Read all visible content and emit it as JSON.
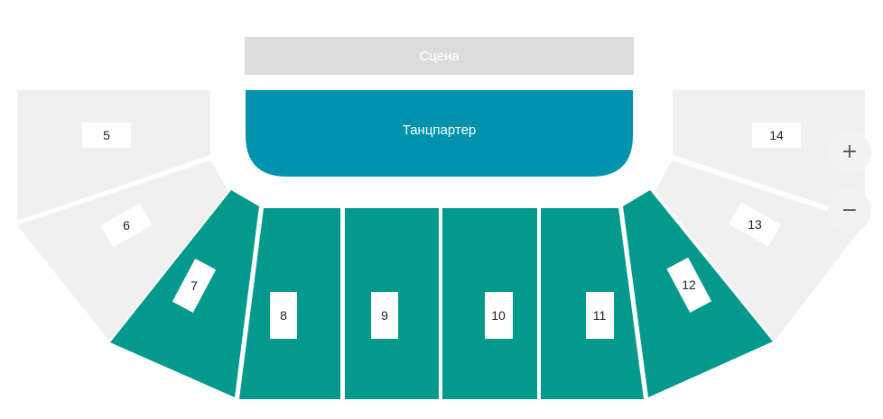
{
  "stage": {
    "label": "Сцена"
  },
  "dance_floor": {
    "label": "Танцпартер",
    "color": "#0193ad"
  },
  "colors": {
    "available": "#039a8d",
    "unavailable": "#f0f0f0",
    "stage": "#dcdcdc"
  },
  "sections": [
    {
      "id": "5",
      "label": "5",
      "available": false
    },
    {
      "id": "6",
      "label": "6",
      "available": false
    },
    {
      "id": "7",
      "label": "7",
      "available": true
    },
    {
      "id": "8",
      "label": "8",
      "available": true
    },
    {
      "id": "9",
      "label": "9",
      "available": true
    },
    {
      "id": "10",
      "label": "10",
      "available": true
    },
    {
      "id": "11",
      "label": "11",
      "available": true
    },
    {
      "id": "12",
      "label": "12",
      "available": true
    },
    {
      "id": "13",
      "label": "13",
      "available": false
    },
    {
      "id": "14",
      "label": "14",
      "available": false
    }
  ],
  "zoom": {
    "in_label": "+",
    "out_label": "−"
  }
}
